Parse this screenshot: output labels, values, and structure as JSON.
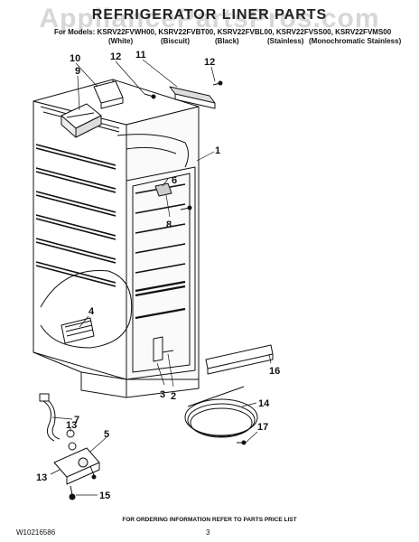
{
  "watermark": "AppliancePartsPros.com",
  "title": "REFRIGERATOR LINER PARTS",
  "models_line": "For Models: KSRV22FVWH00, KSRV22FVBT00, KSRV22FVBL00, KSRV22FVSS00, KSRV22FVMS00",
  "colors": [
    "(White)",
    "(Biscuit)",
    "(Black)",
    "(Stainless)",
    "(Monochromatic Stainless)"
  ],
  "callouts": [
    "10",
    "12",
    "11",
    "12",
    "9",
    "1",
    "6",
    "8",
    "4",
    "3",
    "2",
    "16",
    "7",
    "14",
    "13",
    "5",
    "17",
    "13",
    "15"
  ],
  "footer_note": "FOR ORDERING INFORMATION REFER TO PARTS PRICE LIST",
  "doc_id": "W10216586",
  "page_number": "3",
  "colors_palette": {
    "line": "#111111",
    "watermark": "#969696"
  }
}
